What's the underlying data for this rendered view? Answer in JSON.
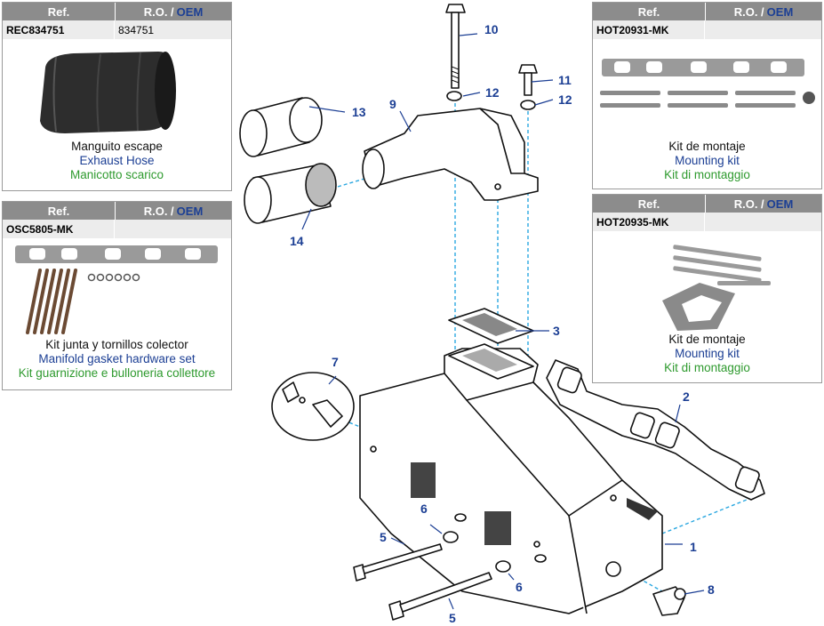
{
  "table_header": {
    "ref": "Ref.",
    "ro": "R.O. /",
    "oem": "OEM"
  },
  "cards": [
    {
      "ref": "REC834751",
      "oem": "834751",
      "es": "Manguito escape",
      "en": "Exhaust Hose",
      "it": "Manicotto scarico"
    },
    {
      "ref": "OSC5805-MK",
      "oem": "",
      "es": "Kit junta y tornillos colector",
      "en": "Manifold gasket hardware set",
      "it": "Kit guarnizione e bulloneria collettore"
    },
    {
      "ref": "HOT20931-MK",
      "oem": "",
      "es": "Kit de montaje",
      "en": "Mounting kit",
      "it": "Kit di montaggio"
    },
    {
      "ref": "HOT20935-MK",
      "oem": "",
      "es": "Kit de montaje",
      "en": "Mounting kit",
      "it": "Kit di montaggio"
    }
  ],
  "callouts": [
    "1",
    "2",
    "3",
    "5",
    "5",
    "6",
    "6",
    "7",
    "8",
    "9",
    "10",
    "11",
    "12",
    "12",
    "13",
    "14"
  ],
  "colors": {
    "header_bg": "#8c8c8c",
    "oem_blue": "#1c3f94",
    "italian_green": "#2e9a2e",
    "dash_cyan": "#2aa7e0"
  }
}
